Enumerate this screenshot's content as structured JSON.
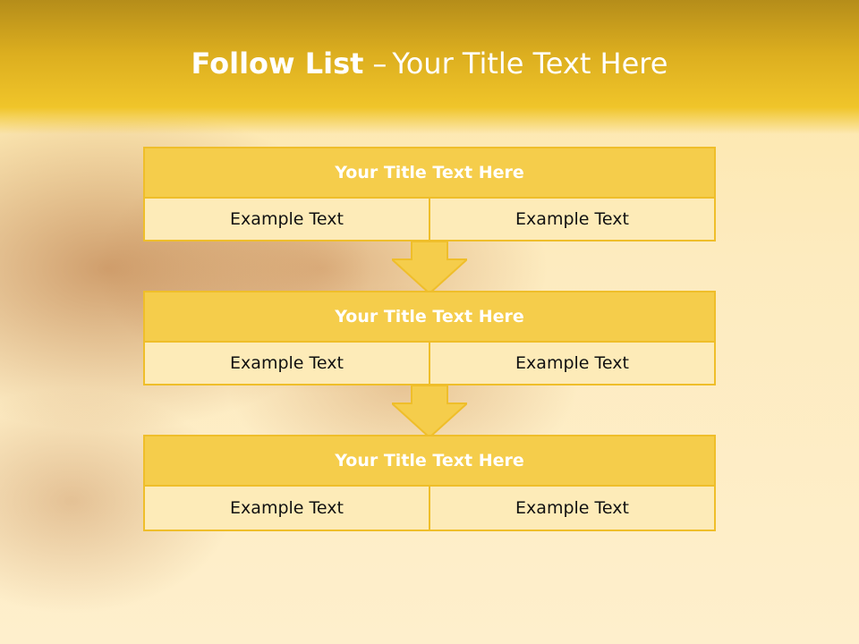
{
  "slide": {
    "title_bold": "Follow List",
    "title_dash": "–",
    "title_rest": "Your Title Text Here"
  },
  "steps": [
    {
      "header": "Your Title Text Here",
      "left": "Example Text",
      "right": "Example Text"
    },
    {
      "header": "Your Title Text Here",
      "left": "Example Text",
      "right": "Example Text"
    },
    {
      "header": "Your Title Text Here",
      "left": "Example Text",
      "right": "Example Text"
    }
  ],
  "colors": {
    "header_bar": "#dcae1f",
    "accent": "#f5cd4b",
    "border": "#efbe2a",
    "cell": "#fdebb8"
  }
}
